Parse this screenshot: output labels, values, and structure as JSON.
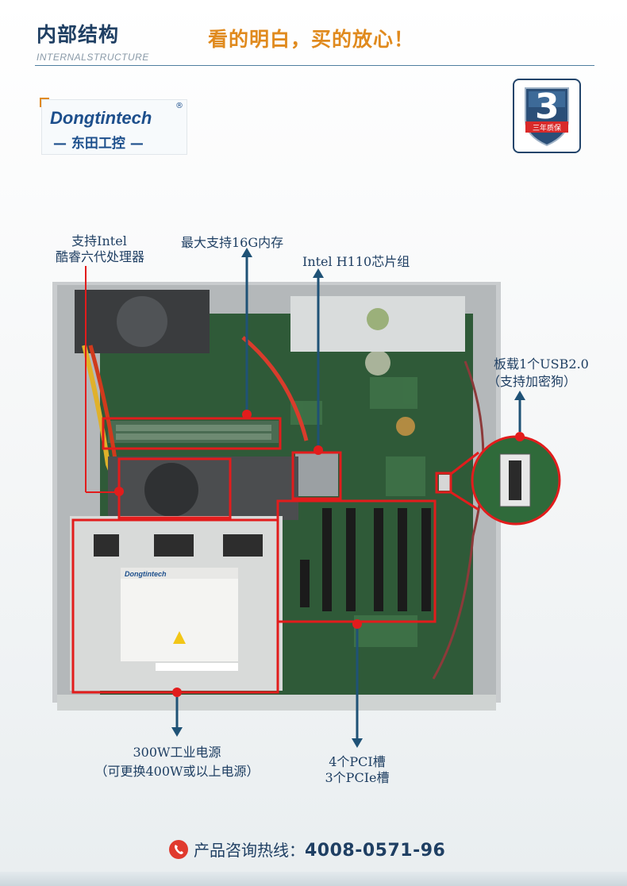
{
  "header": {
    "title_cn": "内部结构",
    "title_en": "INTERNALSTRUCTURE",
    "slogan": "看的明白，买的放心！"
  },
  "logo": {
    "brand_en": "Dongtintech",
    "brand_cn": "— 东田工控 —",
    "reg_mark": "®"
  },
  "badge": {
    "digit": "3",
    "label": "三年质保"
  },
  "annotations": {
    "cpu_line1": "支持Intel",
    "cpu_line2": "酷睿六代处理器",
    "memory": "最大支持16G内存",
    "chipset": "Intel H110芯片组",
    "usb_line1": "板载1个USB2.0",
    "usb_line2": "（支持加密狗）",
    "psu_line1": "300W工业电源",
    "psu_line2": "（可更换400W或以上电源）",
    "slots_line1": "4个PCI槽",
    "slots_line2": "3个PCIe槽"
  },
  "psu_label": {
    "brand": "Dongtintech"
  },
  "footer": {
    "hotline_label": "产品咨询热线：",
    "hotline_number": "4008-0571-96"
  },
  "colors": {
    "navy": "#1f3f63",
    "orange": "#e08a1e",
    "callout_red": "#e21c1c",
    "arrow_blue": "#1f5276",
    "board_green": "#2f5a38"
  }
}
